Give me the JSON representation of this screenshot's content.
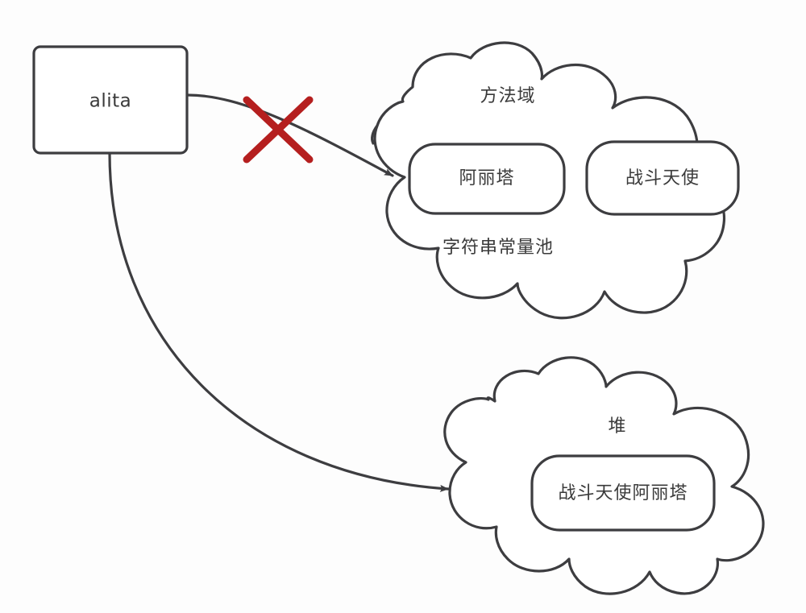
{
  "diagram": {
    "title_context": "Java memory model: string literal vs new object",
    "background_color": "#fdfdfd",
    "stroke_color": "#3d3d40",
    "text_color": "#3a3a3a",
    "accent_color": "#b51f1f"
  },
  "variable_box": {
    "label": "alita",
    "shape": "rounded-rectangle"
  },
  "method_area_cloud": {
    "title": "方法域",
    "subtitle": "字符串常量池",
    "shape": "cloud",
    "items": [
      {
        "label": "阿丽塔"
      },
      {
        "label": "战斗天使"
      }
    ]
  },
  "heap_cloud": {
    "title": "堆",
    "shape": "cloud",
    "items": [
      {
        "label": "战斗天使阿丽塔"
      }
    ]
  },
  "connectors": [
    {
      "name": "blocked-reference-to-string-pool",
      "from": "alita",
      "to": "阿丽塔",
      "blocked": true,
      "marker": "cross",
      "marker_color": "#b51f1f"
    },
    {
      "name": "reference-to-heap-object",
      "from": "alita",
      "to": "堆",
      "blocked": false,
      "marker": "arrow"
    }
  ]
}
